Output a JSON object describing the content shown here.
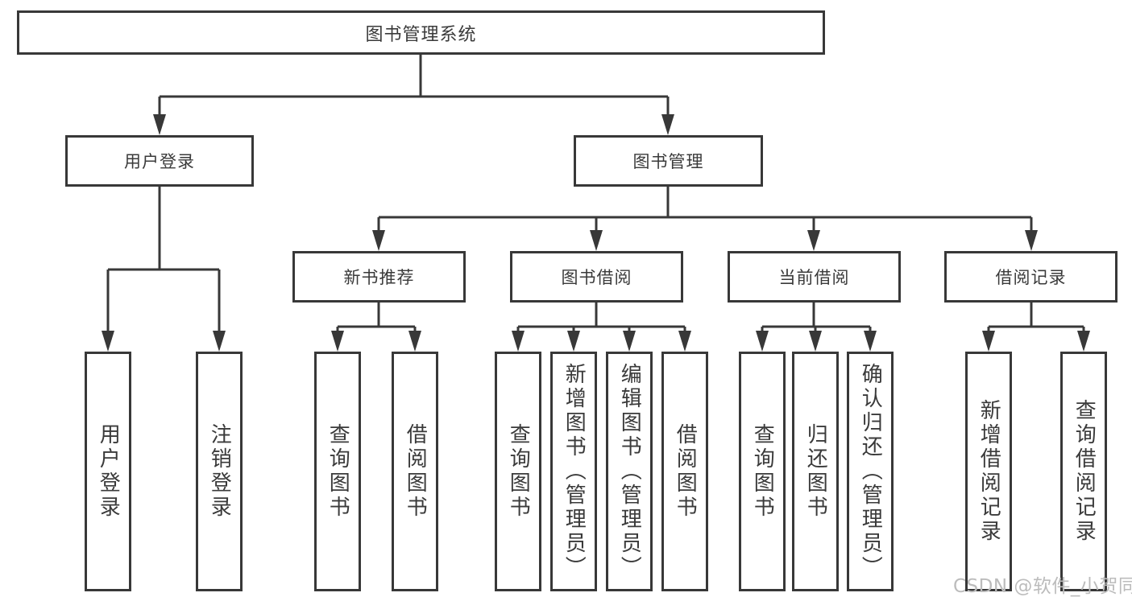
{
  "title": "图书管理系统",
  "nodes": {
    "root": "图书管理系统",
    "level2": [
      "用户登录",
      "图书管理"
    ],
    "level3": [
      "新书推荐",
      "图书借阅",
      "当前借阅",
      "借阅记录"
    ],
    "user_login_children": [
      "用户登录",
      "注销登录"
    ],
    "new_book_children": [
      "查询图书",
      "借阅图书"
    ],
    "book_borrow_children": [
      "查询图书",
      "新增图书（管理员）",
      "编辑图书（管理员）",
      "借阅图书"
    ],
    "current_borrow_children": [
      "查询图书",
      "归还图书",
      "确认归还（管理员）"
    ],
    "borrow_record_children": [
      "新增借阅记录",
      "查询借阅记录"
    ]
  },
  "watermark": "CSDN @软件_小贺同学",
  "colors": {
    "line": "#383838",
    "text": "#3a3a3a",
    "watermark": "#bcbcbc",
    "background": "#ffffff"
  }
}
